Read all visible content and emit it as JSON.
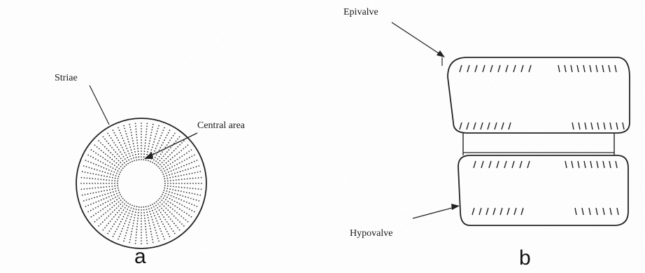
{
  "figure_a": {
    "label_striae": "Striae",
    "label_central_area": "Central area",
    "panel_label": "a"
  },
  "figure_b": {
    "label_epivalve": "Epivalve",
    "label_hypovalve": "Hypovalve",
    "panel_label": "b"
  }
}
